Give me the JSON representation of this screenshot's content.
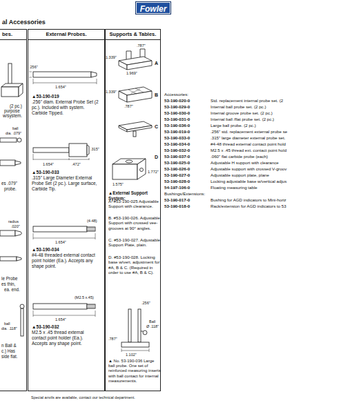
{
  "diagram": {
    "title": "al Accessories",
    "nodes": [
      {
        "text": [
          "Fowler"
        ]
      },
      {
        "text": [
          "bes."
        ]
      },
      {
        "text": [
          "External Probes."
        ]
      },
      {
        "text": [
          "Supports & Tables."
        ]
      }
    ],
    "labels": [
      "(2 pc.)",
      "purpose",
      "w/system.",
      "ball",
      "dia. .079\"",
      "es .079\"",
      "probe.",
      "radius",
      ".020\"",
      "le Probe",
      "es thin,",
      "ea. end.",
      "ball",
      "dia. .118\"",
      "n Ball &",
      "c.) Has",
      "side flat.",
      ".256\"",
      "1.654\"",
      "▲53-190-019",
      ".256\" diam. External Probe Set (2 pc.). Included with system. Carbide Tipped.",
      "1.654\"",
      ".472\"",
      ".315\"",
      "▲53-190-033",
      ".315\" Large Diameter External Probe Set (2 pc.). Large surface, Carbide Tip.",
      "1.654\"",
      "(4-48)",
      "▲53-190-034",
      "#4-48 threaded external contact point holder (Ea.). Accepts any shape point.",
      "1.654\"",
      "(M2.5 x.45)",
      "▲53-190-032",
      "M2.5 x .45 thread external contact point holder (Ea.). Accepts any shape point.",
      ".787\"",
      "1.339\"",
      "1.969\"",
      "A",
      "1.339\"",
      ".787\"",
      "B",
      "C",
      "1.575\"",
      "1.772\"",
      "D",
      "▲External Support System:",
      "A. #53-190-025 Adjustable Support with clearance.",
      "B. #53-190-026. Adjustable Support with crossed vee-grooves at 90° angles.",
      "C. #53-190-027. Adjustable Support Plate, plain.",
      "D. #53-190-028. Locking base w/vert. adjustment for #A, B & C. (Required in order to use #A, B & C).",
      ".256\"",
      "Ball",
      "Ø .118\"",
      "1.102\"",
      ".787\"",
      "▲ No. 53-190-036 Large ball probe. One set of reinforced measuring inserts with ball contact for internal measurements.",
      "Special anvils are available, contact our technical department.",
      "Accessories:",
      "53-190-020-0",
      "Std. replacement internal probe set. (2",
      "53-190-029-0",
      "Internal ball probe set. (2 pc.)",
      "53-190-030-0",
      "Internal groove probe set. (2 pc.)",
      "53-190-031-0",
      "Internal ball /flat probe set. (2 pc.)",
      "53-190-036-0",
      "Large ball probe. (2 pc.)",
      "53-190-019-0",
      ".256\" std. replacement external probe se",
      "53-190-033-0",
      ".315\" large diameter external probe set.",
      "53-190-034-0",
      "#4-48 thread external contact point hold",
      "53-190-032-0",
      "M2.5 x .45 thread ext. contact point hold",
      "53-190-037-0",
      ".060\" flat carbide probe (each)",
      "53-190-025-0",
      "Adjustable H support with clearance",
      "53-190-026-0",
      "Adjustable support with crossed V-groov",
      "53-190-027-0",
      "Adjustable support plate, plane",
      "53-190-028-0",
      "Locking adjustable base w/vertical adjus",
      "54-197-106-0",
      "Floating measuring table",
      "Bushings/Extensions:",
      "53-190-017-0",
      "Bushing for AGD indicators to Mini-horiz",
      "53-190-018-0",
      "Rack/extension for AGD indicators to 53"
    ]
  }
}
